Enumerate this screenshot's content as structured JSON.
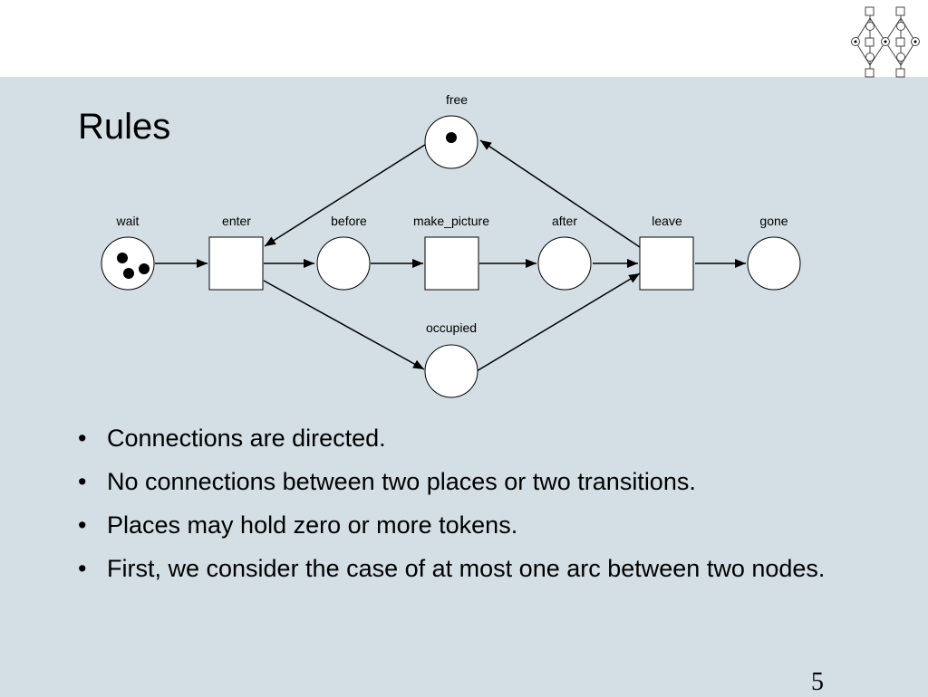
{
  "slide": {
    "title": "Rules",
    "page_number": "5"
  },
  "diagram": {
    "places": [
      {
        "id": "free",
        "label": "free",
        "tokens": 1
      },
      {
        "id": "wait",
        "label": "wait",
        "tokens": 3
      },
      {
        "id": "before",
        "label": "before",
        "tokens": 0
      },
      {
        "id": "after",
        "label": "after",
        "tokens": 0
      },
      {
        "id": "gone",
        "label": "gone",
        "tokens": 0
      },
      {
        "id": "occupied",
        "label": "occupied",
        "tokens": 0
      }
    ],
    "transitions": [
      {
        "id": "enter",
        "label": "enter"
      },
      {
        "id": "make_picture",
        "label": "make_picture"
      },
      {
        "id": "leave",
        "label": "leave"
      }
    ],
    "arcs": [
      {
        "from": "wait",
        "to": "enter"
      },
      {
        "from": "enter",
        "to": "before"
      },
      {
        "from": "before",
        "to": "make_picture"
      },
      {
        "from": "make_picture",
        "to": "after"
      },
      {
        "from": "after",
        "to": "leave"
      },
      {
        "from": "leave",
        "to": "gone"
      },
      {
        "from": "free",
        "to": "enter"
      },
      {
        "from": "leave",
        "to": "free"
      },
      {
        "from": "enter",
        "to": "occupied"
      },
      {
        "from": "occupied",
        "to": "leave"
      }
    ],
    "colors": {
      "background": "#d3dfe4",
      "header": "#ffffff",
      "node_fill": "#ffffff",
      "stroke": "#000000"
    }
  },
  "bullets": [
    "Connections are directed.",
    "No connections between two places or two transitions.",
    "Places may hold zero or more tokens.",
    "First, we consider the case of at most one arc between two nodes."
  ]
}
